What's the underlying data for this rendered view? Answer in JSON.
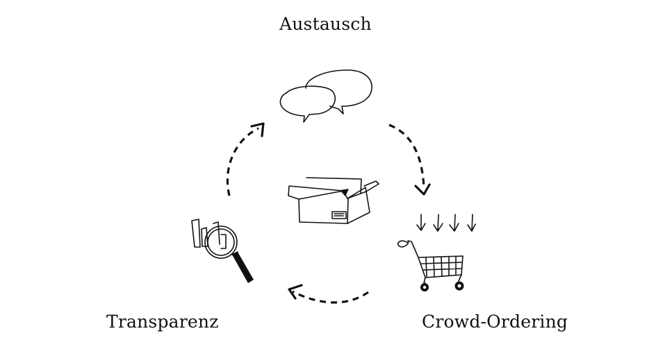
{
  "diagram": {
    "nodes": [
      {
        "id": "austausch",
        "label": "Austausch",
        "icon": "speech-bubbles-icon"
      },
      {
        "id": "crowd-ordering",
        "label": "Crowd-Ordering",
        "icon": "shopping-cart-icon"
      },
      {
        "id": "transparenz",
        "label": "Transparenz",
        "icon": "magnifier-chart-icon"
      }
    ],
    "center": {
      "icon": "open-box-icon"
    },
    "edges": [
      {
        "from": "austausch",
        "to": "crowd-ordering",
        "style": "dashed-arrow"
      },
      {
        "from": "crowd-ordering",
        "to": "transparenz",
        "style": "dashed-arrow"
      },
      {
        "from": "transparenz",
        "to": "austausch",
        "style": "dashed-arrow"
      }
    ],
    "colors": {
      "ink": "#111111",
      "background": "#ffffff"
    }
  }
}
